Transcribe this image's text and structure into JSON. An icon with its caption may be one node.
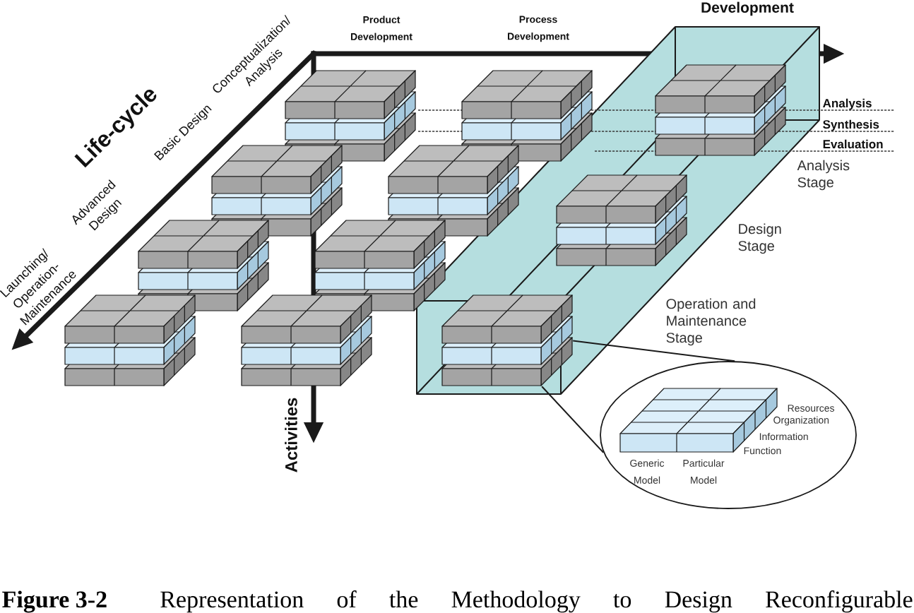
{
  "diagram": {
    "caption": "**Figure 3-2** Representation of the Methodology to Design Reconfigurable",
    "nodes": [
      {
        "text": [],
        "shape": "box"
      },
      {
        "text": [
          "Resources",
          "Organization",
          "Information",
          "Function",
          "Generic Model",
          "Particular Model"
        ]
      }
    ],
    "edges": [
      {
        "from": 0,
        "to": 1,
        "arrow": "none"
      },
      {
        "from": 0,
        "to": 1,
        "arrow": "none"
      }
    ],
    "labels": [
      "Development",
      "Product Development",
      "Process Development",
      "Conceptualization/ Analysis",
      "Life-cycle",
      "Basic Design",
      "Analysis",
      "Synthesis",
      "Evaluation",
      "Analysis Stage",
      "Advanced Design",
      "Design Stage",
      "Launching/ Operation- Maintenance",
      "Operation and Maintenance Stage",
      "Activities"
    ]
  }
}
